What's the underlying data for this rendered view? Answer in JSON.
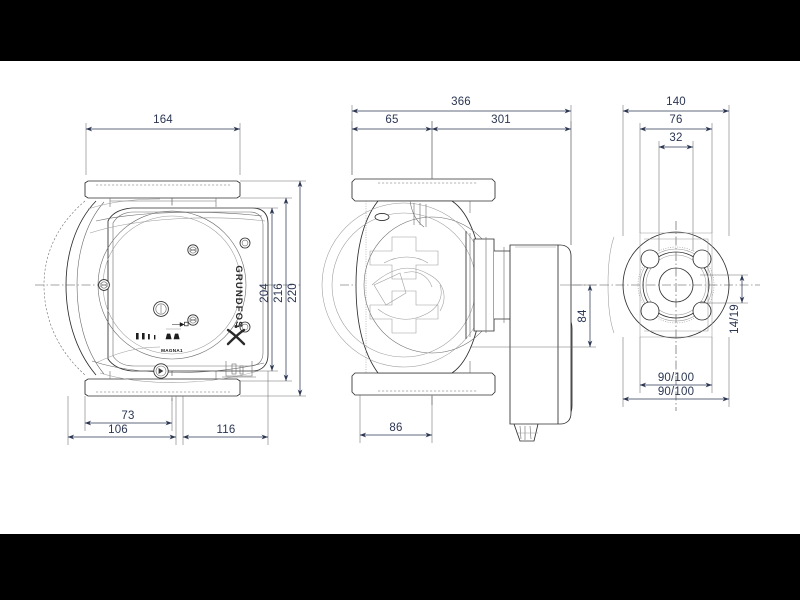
{
  "document": {
    "type": "technical-dimension-drawing",
    "subject": "Grundfos MAGNA1 circulator pump",
    "background_color": "#ffffff",
    "letterbox_color": "#000000",
    "line_color": "#2e2e2e",
    "dimension_text_color": "#2b3652"
  },
  "views": {
    "left": {
      "name": "front-view",
      "labels": {
        "brand": "GRUNDFOS",
        "model": "MAGNA1"
      },
      "dimensions": {
        "top_width": "164",
        "height_inner": "204",
        "height_mid": "216",
        "height_outer": "220",
        "bottom_a": "73",
        "bottom_b": "106",
        "bottom_c": "116"
      }
    },
    "middle": {
      "name": "side-view",
      "dimensions": {
        "total_length": "366",
        "front_length": "65",
        "rear_length": "301",
        "axis_height": "84",
        "foot_width": "86"
      }
    },
    "right": {
      "name": "flange-end-view",
      "dimensions": {
        "flange_outer": "140",
        "bolt_circle": "76",
        "bore": "32",
        "bolt_hole": "14/19",
        "port_a": "90/100",
        "port_b": "90/100"
      }
    }
  }
}
